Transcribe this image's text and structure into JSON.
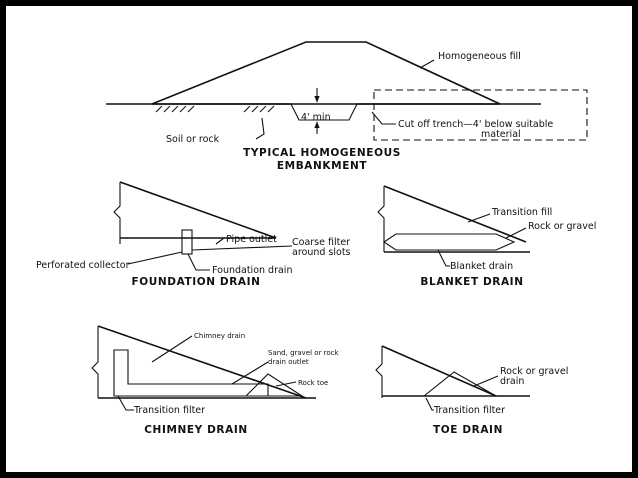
{
  "top": {
    "title_line1": "TYPICAL HOMOGENEOUS",
    "title_line2": "EMBANKMENT",
    "label_fill": "Homogeneous fill",
    "label_soil": "Soil or rock",
    "label_min": "4' min",
    "label_cutoff1": "Cut off trench—4' below suitable",
    "label_cutoff2": "material"
  },
  "foundation": {
    "title": "FOUNDATION DRAIN",
    "label_pipe": "Pipe outlet",
    "label_coarse1": "Coarse filter",
    "label_coarse2": "around slots",
    "label_perforated": "Perforated collector",
    "label_drain": "Foundation drain"
  },
  "blanket": {
    "title": "BLANKET DRAIN",
    "label_transition": "Transition fill",
    "label_rock": "Rock or gravel",
    "label_blanket": "Blanket drain"
  },
  "chimney": {
    "title": "CHIMNEY DRAIN",
    "label_chimney": "Chimney drain",
    "label_sand1": "Sand, gravel or rock",
    "label_sand2": "drain outlet",
    "label_rocktoe": "Rock toe",
    "label_transition": "Transition filter"
  },
  "toe": {
    "title": "TOE DRAIN",
    "label_rock1": "Rock or gravel",
    "label_rock2": "drain",
    "label_transition": "Transition filter"
  }
}
